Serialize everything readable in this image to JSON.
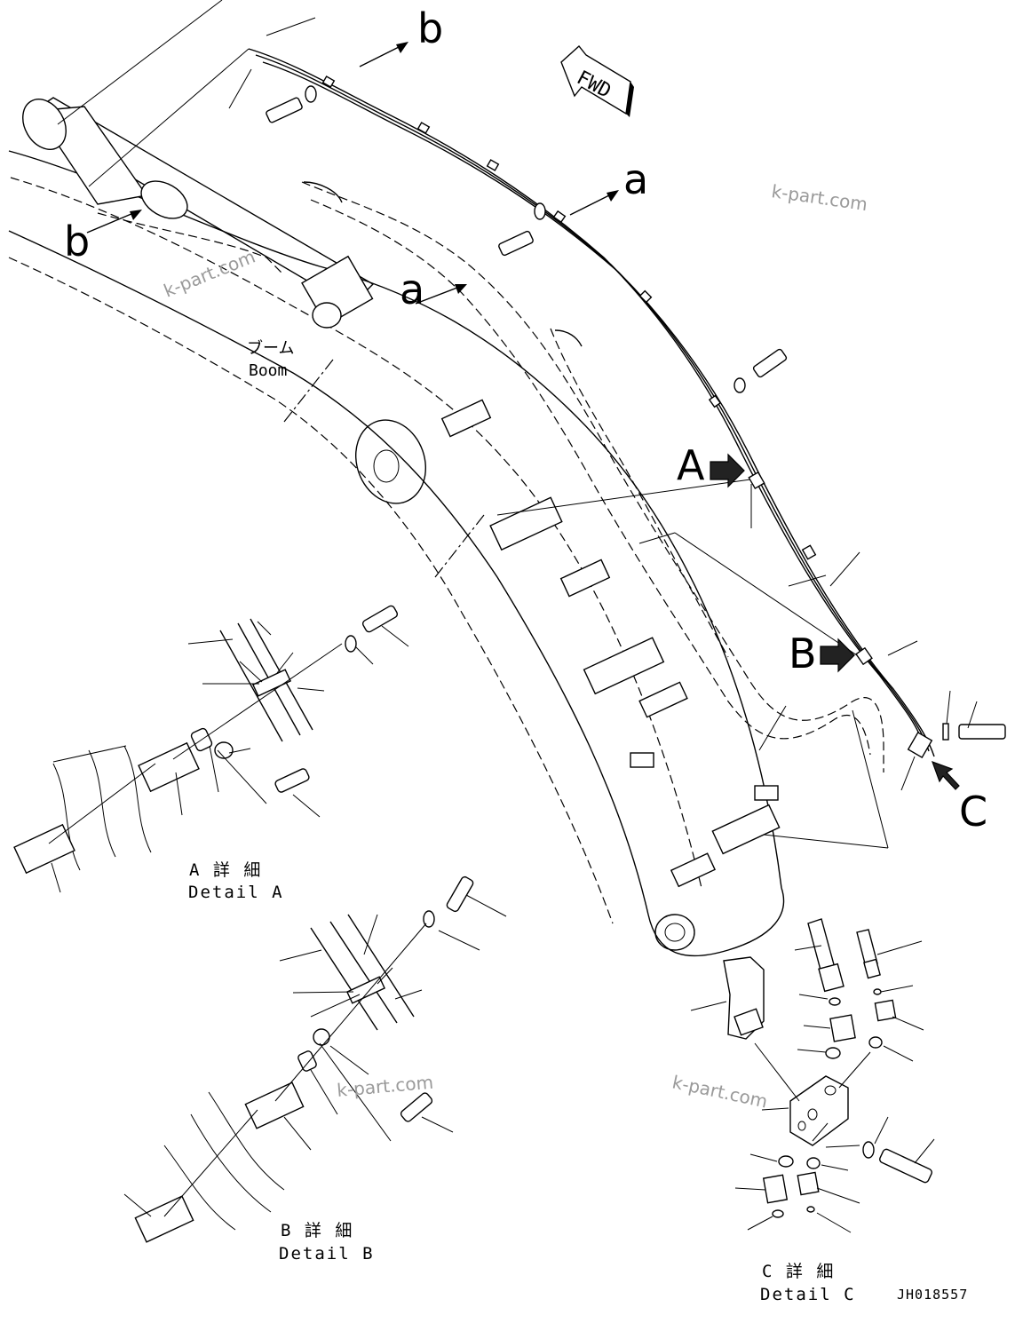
{
  "diagram": {
    "view_labels": {
      "a": "a",
      "b": "b",
      "A": "A",
      "B": "B",
      "C": "C"
    },
    "fwd_label": "FWD",
    "boom_label_jp": "ブーム",
    "boom_label_en": "Boom",
    "detail_a_jp": "A 詳 細",
    "detail_a_en": "Detail A",
    "detail_b_jp": "B 詳 細",
    "detail_b_en": "Detail B",
    "detail_c_jp": "C 詳 細",
    "detail_c_en": "Detail C",
    "drawing_number": "JH018557",
    "watermark": "k-part.com"
  }
}
